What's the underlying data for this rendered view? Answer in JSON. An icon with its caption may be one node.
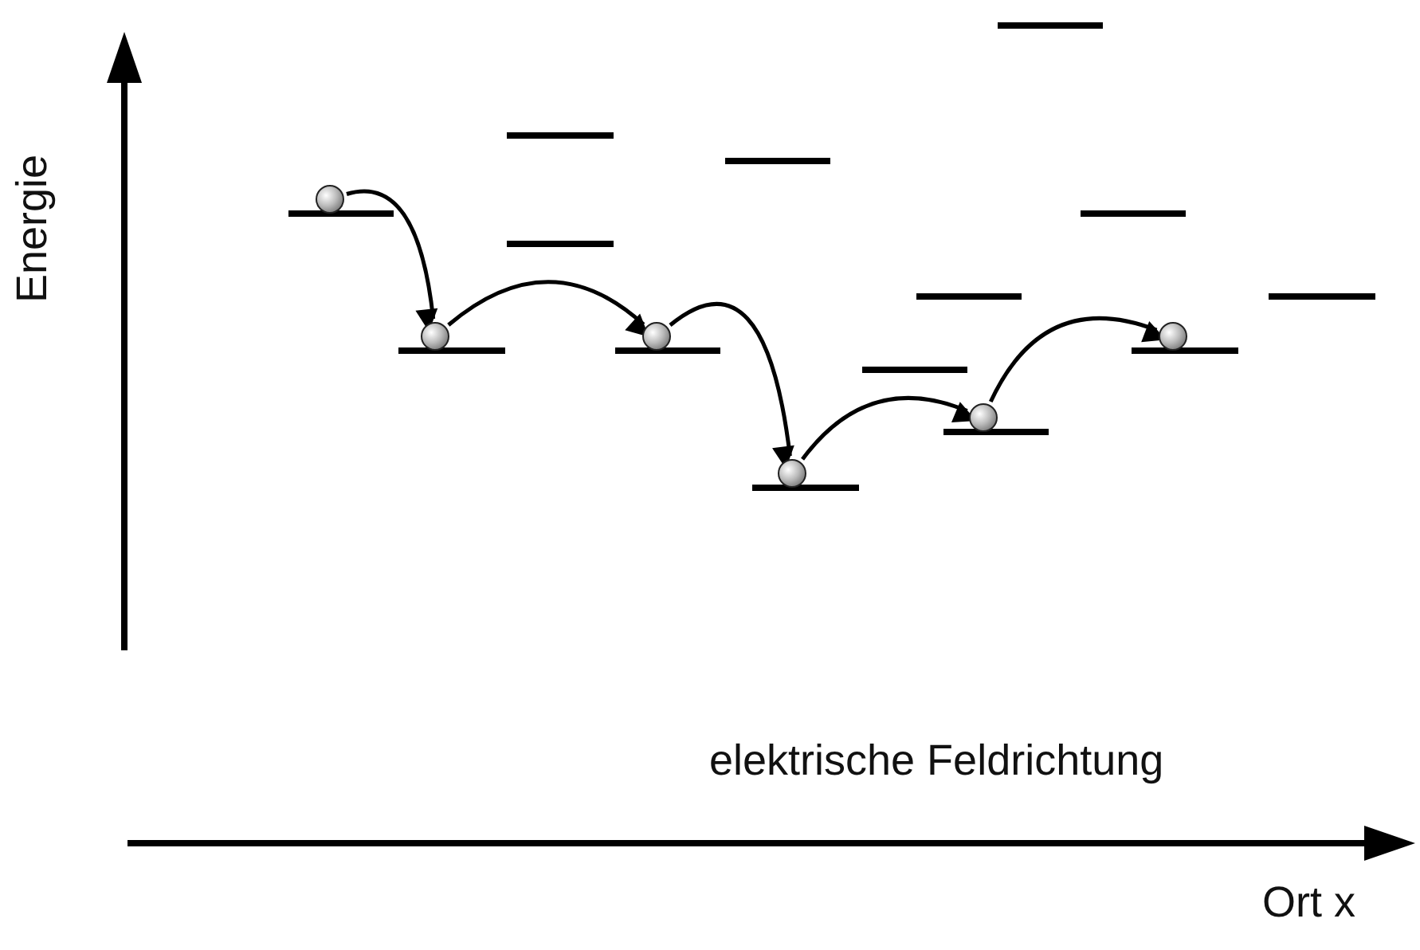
{
  "diagram": {
    "nodes": [
      {
        "text": [],
        "shape": "circle"
      },
      {
        "text": [],
        "shape": "circle"
      },
      {
        "text": [],
        "shape": "circle"
      },
      {
        "text": [],
        "shape": "circle"
      },
      {
        "text": [],
        "shape": "circle"
      },
      {
        "text": [],
        "shape": "circle"
      }
    ],
    "edges": [
      {
        "from": 0,
        "to": 1,
        "arrow": "to"
      },
      {
        "from": 1,
        "to": 2,
        "arrow": "to"
      },
      {
        "from": 2,
        "to": 3,
        "arrow": "to"
      },
      {
        "from": 3,
        "to": 4,
        "arrow": "to"
      },
      {
        "from": 4,
        "to": 5,
        "arrow": "to"
      }
    ],
    "labels": [
      "Energie",
      "elektrische Feldrichtung",
      "Ort x"
    ]
  }
}
